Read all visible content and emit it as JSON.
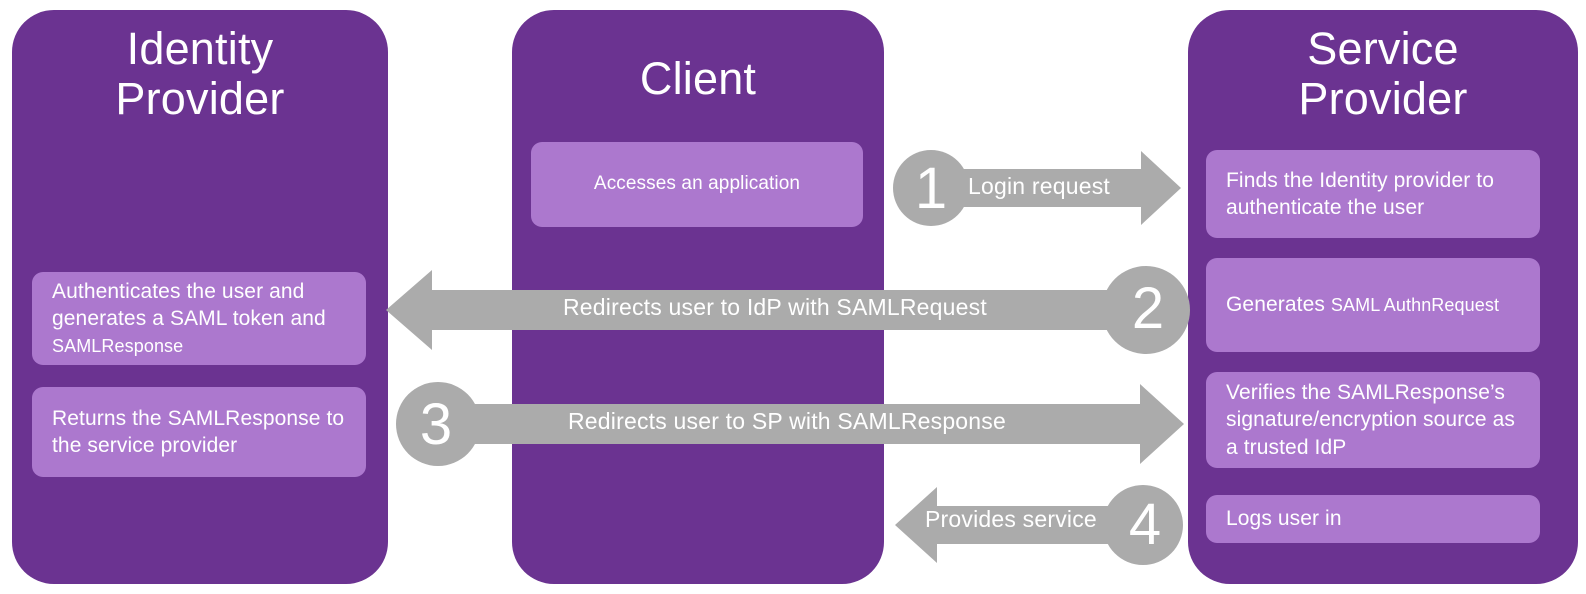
{
  "diagram": {
    "title": "SAML authentication flow between Identity Provider, Client and Service Provider",
    "colors": {
      "panel_purple": "#6B3391",
      "note_lavender": "#AC78CE",
      "arrow_gray": "#ABABAB",
      "text_white": "#FFFFFF",
      "background": "#FFFFFF"
    }
  },
  "panels": {
    "identity_provider": {
      "title_line1": "Identity",
      "title_line2": "Provider",
      "notes": [
        {
          "text_main": "Authenticates the user and generates a SAML token and ",
          "text_small": "SAMLResponse"
        },
        {
          "text_main": "Returns the SAMLResponse to the service provider",
          "text_small": ""
        }
      ]
    },
    "client": {
      "title_line1": "Client",
      "title_line2": "",
      "notes": [
        {
          "text_main": "Accesses an application",
          "text_small": ""
        }
      ]
    },
    "service_provider": {
      "title_line1": "Service",
      "title_line2": "Provider",
      "notes": [
        {
          "text_main": "Finds the Identity provider to authenticate the user",
          "text_small": ""
        },
        {
          "text_main": "Generates ",
          "text_small": "SAML AuthnRequest"
        },
        {
          "text_main": "Verifies the SAMLResponse’s signature/encryption source as a trusted IdP",
          "text_small": ""
        },
        {
          "text_main": "Logs user in",
          "text_small": ""
        }
      ]
    }
  },
  "flows": [
    {
      "number": "1",
      "label": "Login request",
      "direction": "right",
      "from": "client",
      "to": "service_provider"
    },
    {
      "number": "2",
      "label": "Redirects user to IdP with SAMLRequest",
      "direction": "left",
      "from": "service_provider",
      "to": "identity_provider"
    },
    {
      "number": "3",
      "label": "Redirects user to SP with SAMLResponse",
      "direction": "right",
      "from": "identity_provider",
      "to": "service_provider"
    },
    {
      "number": "4",
      "label": "Provides service",
      "direction": "left",
      "from": "service_provider",
      "to": "client"
    }
  ]
}
